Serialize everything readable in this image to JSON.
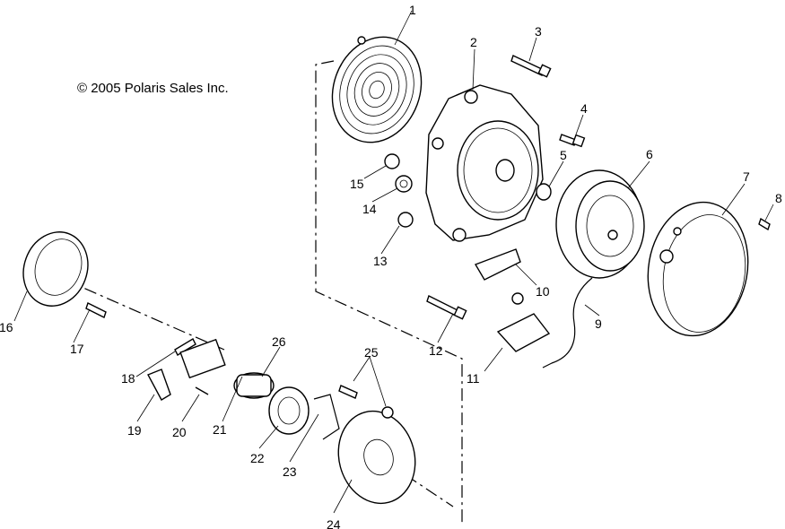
{
  "diagram": {
    "copyright": "© 2005 Polaris Sales Inc.",
    "callouts": [
      {
        "id": "1",
        "label": "1"
      },
      {
        "id": "2",
        "label": "2"
      },
      {
        "id": "3",
        "label": "3"
      },
      {
        "id": "4",
        "label": "4"
      },
      {
        "id": "5",
        "label": "5"
      },
      {
        "id": "6",
        "label": "6"
      },
      {
        "id": "7",
        "label": "7"
      },
      {
        "id": "8",
        "label": "8"
      },
      {
        "id": "9",
        "label": "9"
      },
      {
        "id": "10",
        "label": "10"
      },
      {
        "id": "11",
        "label": "11"
      },
      {
        "id": "12",
        "label": "12"
      },
      {
        "id": "13",
        "label": "13"
      },
      {
        "id": "14",
        "label": "14"
      },
      {
        "id": "15",
        "label": "15"
      },
      {
        "id": "16",
        "label": "16"
      },
      {
        "id": "17",
        "label": "17"
      },
      {
        "id": "18",
        "label": "18"
      },
      {
        "id": "19",
        "label": "19"
      },
      {
        "id": "20",
        "label": "20"
      },
      {
        "id": "21",
        "label": "21"
      },
      {
        "id": "22",
        "label": "22"
      },
      {
        "id": "23",
        "label": "23"
      },
      {
        "id": "24",
        "label": "24"
      },
      {
        "id": "25",
        "label": "25"
      },
      {
        "id": "26",
        "label": "26"
      }
    ]
  }
}
